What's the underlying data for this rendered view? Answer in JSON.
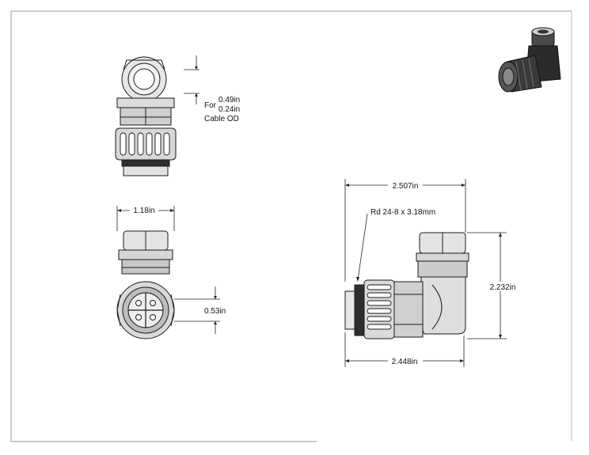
{
  "drawing": {
    "top_view": {
      "cable_label_line1": "For",
      "cable_od_max": "0.49in",
      "cable_od_min": "0.24in",
      "cable_label_line2": "Cable OD"
    },
    "front_view": {
      "width_dim": "1.18in",
      "offset_dim": "0.53in"
    },
    "side_view": {
      "overall_length_top": "2.507in",
      "thread_callout": "Rd 24-8 x 3.18mm",
      "height_dim": "2.232in",
      "overall_length_bottom": "2.448in"
    }
  },
  "colors": {
    "outline": "#1a1a1a",
    "body_light": "#e2e2e2",
    "body_mid": "#bdbdbd",
    "body_dark": "#555555",
    "iso_dark": "#2b2b2b"
  }
}
